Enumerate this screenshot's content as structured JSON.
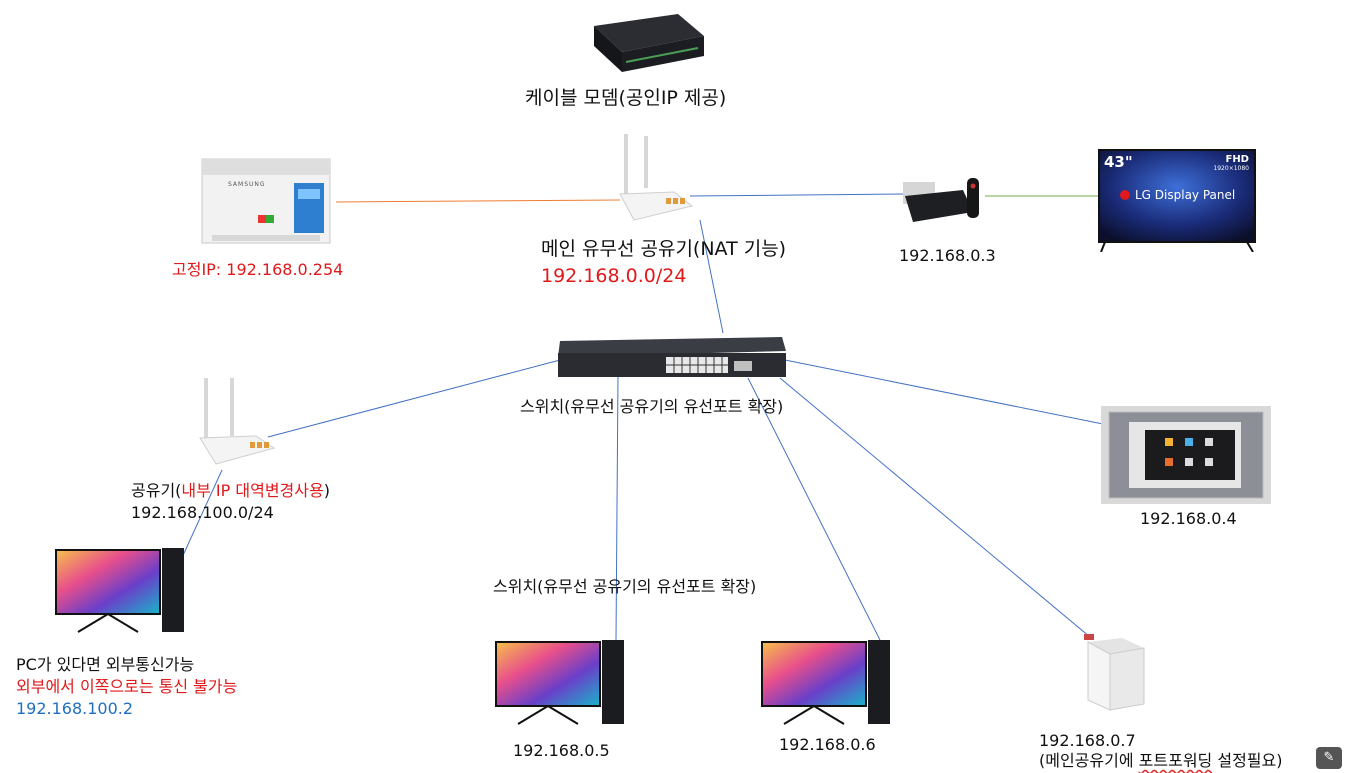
{
  "modem": {
    "label": "케이블 모뎀(공인IP 제공)"
  },
  "printer": {
    "label": "고정IP: 192.168.0.254",
    "brand": "SAMSUNG"
  },
  "main_router": {
    "label": "메인 유무선 공유기(NAT 기능)",
    "subnet": "192.168.0.0/24"
  },
  "tvbox": {
    "label": "192.168.0.3"
  },
  "tv": {
    "size": "43\"",
    "badge": "FHD",
    "resolution": "1920×1080",
    "panel": "LG Display Panel"
  },
  "switch_main": {
    "label": "스위치(유무선 공유기의 유선포트 확장)"
  },
  "sub_router": {
    "label_prefix": "공유기(",
    "label_red": "내부 IP 대역변경사용",
    "label_suffix": ")",
    "subnet": "192.168.100.0/24"
  },
  "sub_pc": {
    "line1": "PC가 있다면 외부통신가능",
    "line2": "외부에서 이쪽으로는 통신 불가능",
    "ip": "192.168.100.2"
  },
  "switch_second": {
    "label": "스위치(유무선 공유기의 유선포트 확장)"
  },
  "pc5": {
    "label": "192.168.0.5"
  },
  "pc6": {
    "label": "192.168.0.6"
  },
  "wallpad": {
    "label": "192.168.0.4"
  },
  "nas": {
    "ip": "192.168.0.7",
    "note_pre": "(메인공유기에 ",
    "note_squiggle": "포트포워딩",
    "note_post": " 설정필요)"
  },
  "colors": {
    "red": "#e0191b",
    "blue_link": "#4472c4",
    "orange_link": "#ed7d31",
    "green_link": "#70ad47",
    "ip_blue": "#1f6fbf"
  }
}
